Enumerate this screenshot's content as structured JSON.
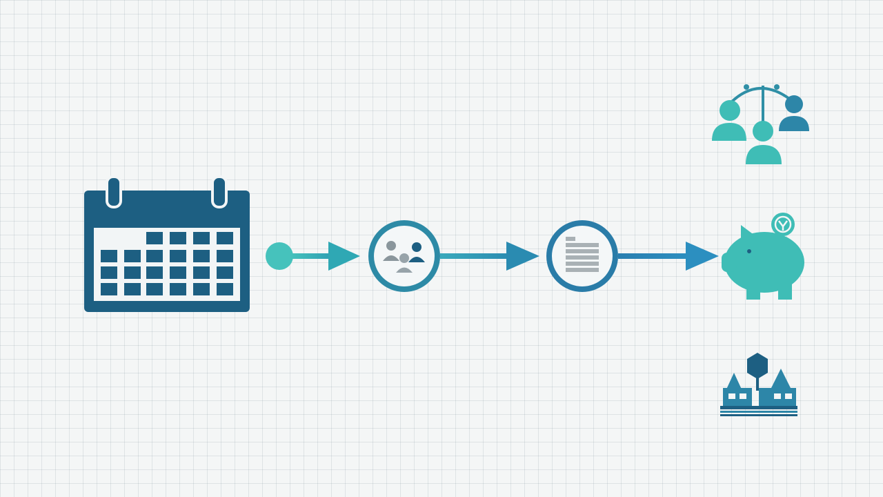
{
  "colors": {
    "dark_blue": "#1d5f82",
    "teal": "#3fb9b7",
    "light_teal": "#46c2bc",
    "mid_blue": "#2d86a8",
    "arrow_blue": "#2a7fb0",
    "grid_bg": "#f4f6f6"
  },
  "icons": [
    "calendar-icon",
    "start-dot-icon",
    "people-group-icon",
    "document-list-icon",
    "piggy-bank-icon",
    "team-network-icon",
    "buildings-icon"
  ],
  "flow": {
    "steps": [
      "calendar",
      "start-dot",
      "people-group",
      "document-list",
      "piggy-bank"
    ],
    "connector": "arrow"
  }
}
